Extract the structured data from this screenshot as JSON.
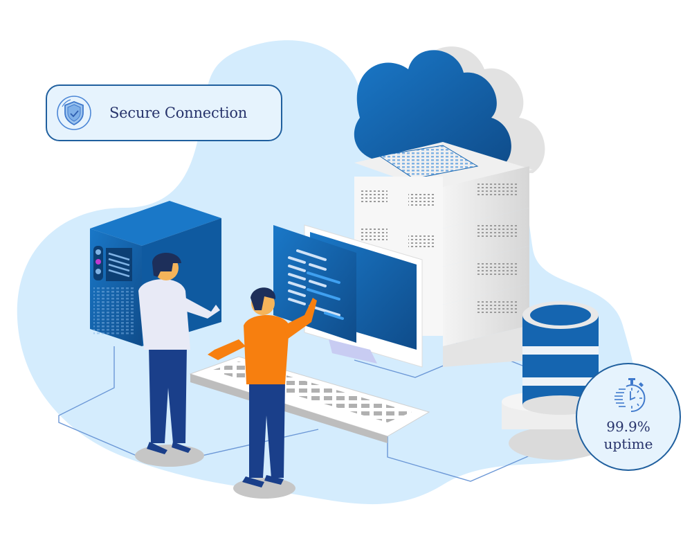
{
  "badges": {
    "secure": {
      "label": "Secure Connection",
      "icon": "shield-check-icon"
    },
    "uptime": {
      "value": "99.9%",
      "caption": "uptime",
      "icon": "stopwatch-icon"
    }
  },
  "illustration": {
    "subject": "cloud data center with two people at a computer workstation",
    "elements": [
      "cloud",
      "server-rack",
      "tower-server",
      "monitor",
      "code-panel",
      "keyboard",
      "database",
      "person-white-shirt",
      "person-orange-shirt"
    ]
  },
  "colors": {
    "primary_blue": "#1565b0",
    "dark_blue": "#0f4c8a",
    "blob_background": "#d4ecfd",
    "badge_border": "#1f5f9e",
    "badge_fill": "#e6f3fd",
    "text_navy": "#27336b",
    "accent_orange": "#f77f0f",
    "server_gray": "#ececec"
  }
}
